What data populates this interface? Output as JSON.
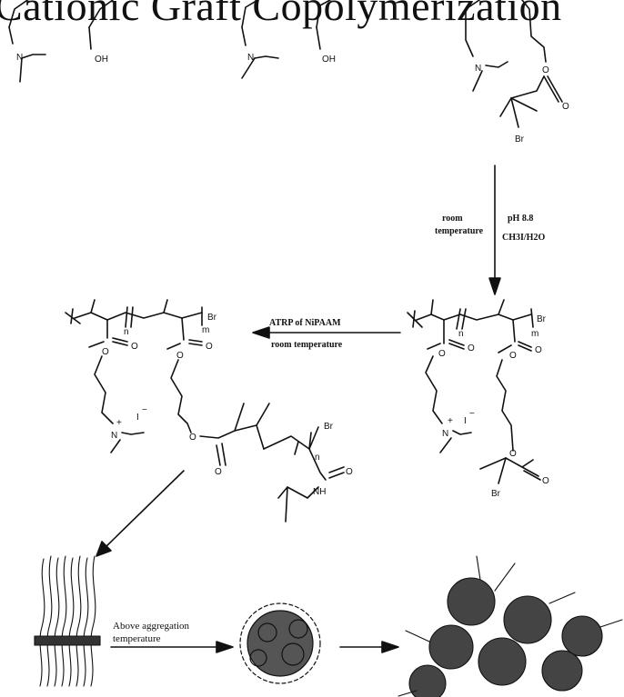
{
  "title": "Cationic Graft Copolymerization",
  "atoms": {
    "n": "N",
    "oh": "OH",
    "o": "O",
    "br": "Br",
    "nh": "NH",
    "iodide": "I",
    "charge_minus": "−",
    "charge_plus": "+",
    "sub_m": "m",
    "sub_n": "n"
  },
  "step1": {
    "left_condition_line1": "room",
    "left_condition_line2": "temperature",
    "right_condition_line1": "pH 8.8",
    "right_condition_line2": "CH3I/H2O"
  },
  "step2": {
    "condition_line1": "ATRP of NiPAAM",
    "condition_line2": "room temperature"
  },
  "step3": {
    "condition_line1": "Above aggregation",
    "condition_line2": "temperature"
  }
}
